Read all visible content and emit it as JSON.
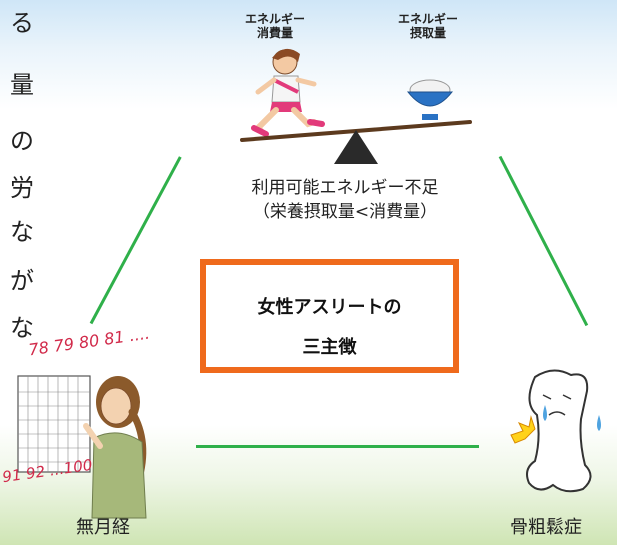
{
  "left_text_fragments": [
    "る",
    "量",
    "の",
    "労",
    "な",
    "が",
    "な"
  ],
  "top": {
    "energy_consumption": "エネルギー\n消費量",
    "energy_intake": "エネルギー\n摂取量"
  },
  "availability": {
    "line1": "利用可能エネルギー不足",
    "line2": "（栄養摂取量<消費量）"
  },
  "center": {
    "line1": "女性アスリートの",
    "line2": "三主徴"
  },
  "bottom": {
    "left_label": "無月経",
    "right_label": "骨粗鬆症"
  },
  "calendar_numbers": {
    "top": "78 79 80 81 ....",
    "bottom": "91 92 ...100"
  },
  "colors": {
    "line": "#2fb04a",
    "box_border": "#ef6a1c"
  }
}
